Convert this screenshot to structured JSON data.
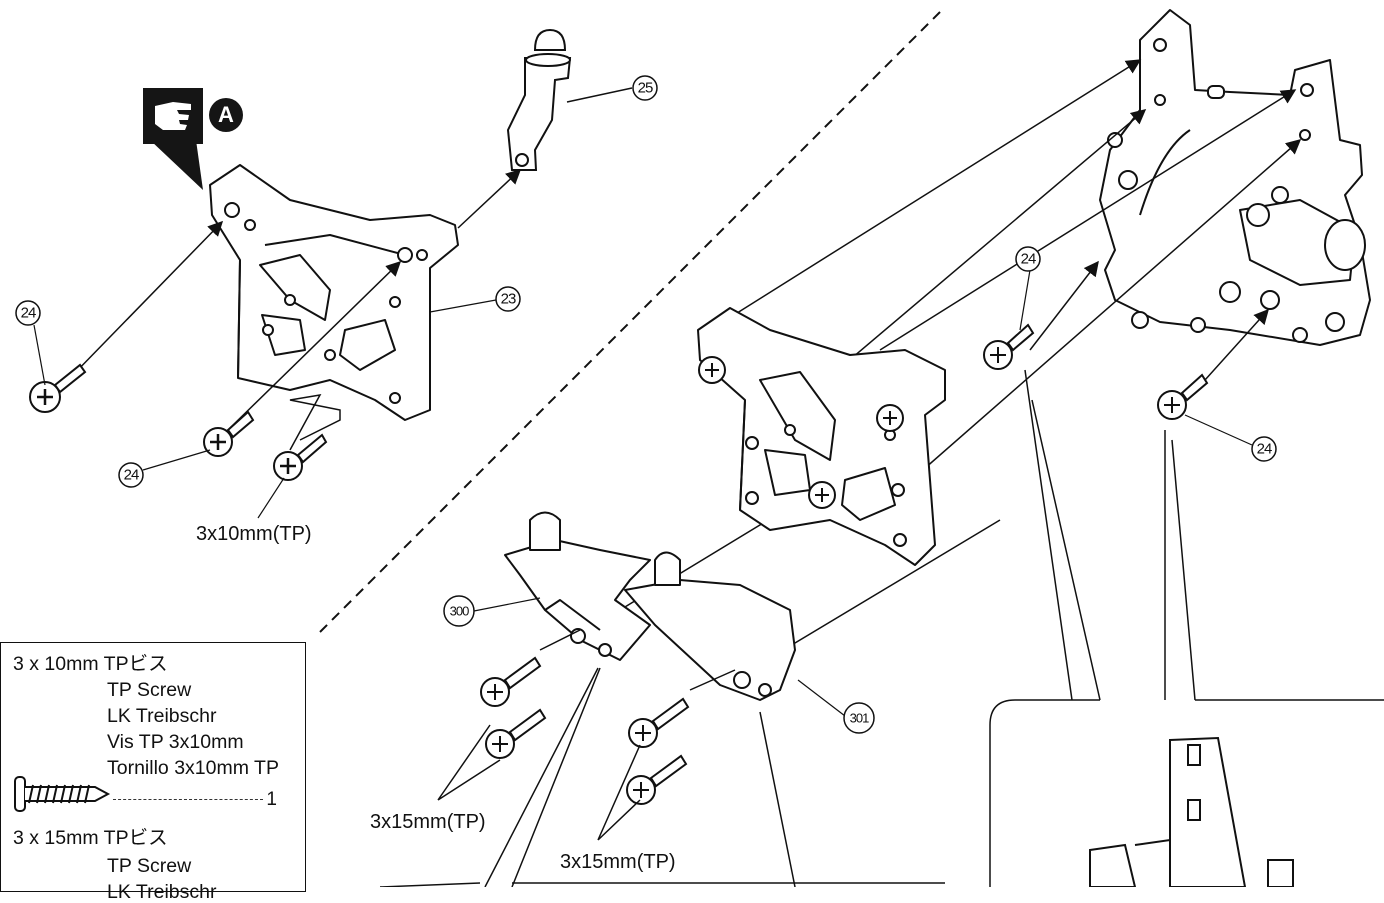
{
  "figure": {
    "callouts": {
      "c24": "24",
      "c25": "25",
      "c23": "23",
      "c300": "300",
      "c301": "301"
    },
    "hint_letter": "A",
    "screw_labels": {
      "left_10mm": "3x10mm(TP)",
      "left_15mm": "3x15mm(TP)",
      "right_15mm": "3x15mm(TP)"
    }
  },
  "legend": {
    "screw_10": {
      "size": "3 x 10mm  TPビス",
      "names": [
        "TP Screw",
        "LK Treibschr",
        "Vis TP 3x10mm",
        "Tornillo 3x10mm TP"
      ],
      "quantity": "1"
    },
    "screw_15": {
      "size": "3 x 15mm  TPビス",
      "names": [
        "TP Screw",
        "LK Treibschr"
      ]
    }
  },
  "colors": {
    "ink": "#111111",
    "paper": "#ffffff",
    "badge": "#151515"
  }
}
